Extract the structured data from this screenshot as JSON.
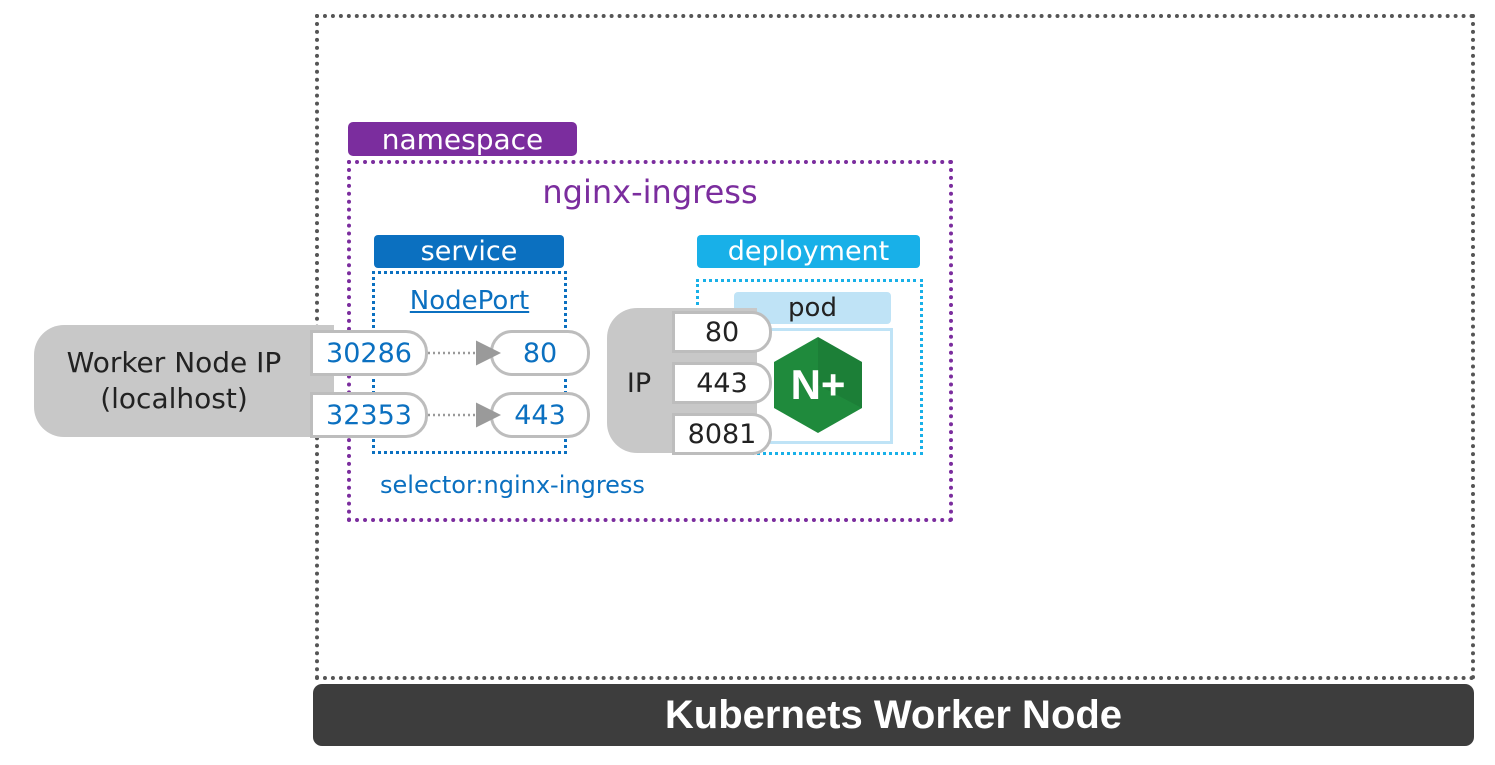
{
  "node": {
    "label": "Kubernets Worker Node"
  },
  "namespace": {
    "tag": "namespace",
    "name": "nginx-ingress"
  },
  "service": {
    "tag": "service",
    "type": "NodePort",
    "selector": "selector:nginx-ingress"
  },
  "deployment": {
    "tag": "deployment",
    "pod": "pod"
  },
  "worker_ip": {
    "line1": "Worker Node IP",
    "line2": "(localhost)"
  },
  "mappings": [
    {
      "node_port": "30286",
      "port": "80"
    },
    {
      "node_port": "32353",
      "port": "443"
    }
  ],
  "pod_ip": {
    "label": "IP",
    "ports": [
      "80",
      "443",
      "8081"
    ]
  },
  "logo": {
    "text": "N+",
    "color": "#1f8a3c",
    "icon": "nginx-plus-icon"
  },
  "colors": {
    "namespace": "#7b2d9e",
    "service": "#0b70c0",
    "deployment": "#18b0e8",
    "pod": "#bfe3f6",
    "node_bar": "#3d3d3d"
  }
}
